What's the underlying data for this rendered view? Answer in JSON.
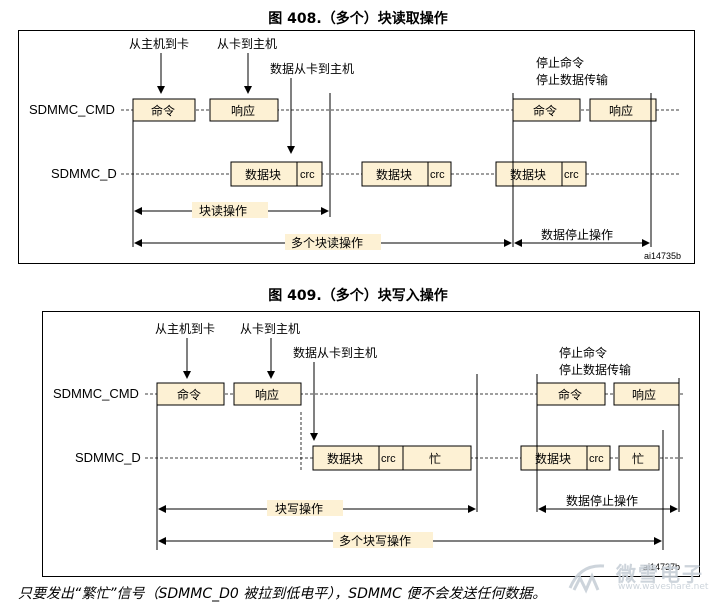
{
  "fig1": {
    "title": "图 408.（多个）块读取操作",
    "ann_host_to_card": "从主机到卡",
    "ann_card_to_host": "从卡到主机",
    "ann_data_card_to_host": "数据从卡到主机",
    "ann_stop_cmd": "停止命令",
    "ann_stop_transfer": "停止数据传输",
    "sig_cmd": "SDMMC_CMD",
    "sig_d": "SDMMC_D",
    "box_cmd": "命令",
    "box_resp": "响应",
    "box_cmd2": "命令",
    "box_resp2": "响应",
    "data_block_1": "数据块",
    "data_block_2": "数据块",
    "data_block_3": "数据块",
    "crc_1": "crc",
    "crc_2": "crc",
    "crc_3": "crc",
    "span_block_op": "块读操作",
    "span_multi_op": "多个块读操作",
    "span_stop_op": "数据停止操作",
    "ref": "ai14735b"
  },
  "fig2": {
    "title": "图 409.（多个）块写入操作",
    "ann_host_to_card": "从主机到卡",
    "ann_card_to_host": "从卡到主机",
    "ann_data_card_to_host": "数据从卡到主机",
    "ann_stop_cmd": "停止命令",
    "ann_stop_transfer": "停止数据传输",
    "sig_cmd": "SDMMC_CMD",
    "sig_d": "SDMMC_D",
    "box_cmd": "命令",
    "box_resp": "响应",
    "box_cmd2": "命令",
    "box_resp2": "响应",
    "data_block_1": "数据块",
    "data_block_2": "数据块",
    "crc_1": "crc",
    "crc_2": "crc",
    "busy_1": "忙",
    "busy_2": "忙",
    "span_block_op": "块写操作",
    "span_multi_op": "多个块写操作",
    "span_stop_op": "数据停止操作",
    "ref": "ai14737b"
  },
  "caption": "只要发出“繁忙”信号（SDMMC_D0 被拉到低电平），SDMMC 便不会发送任何数据。",
  "watermark": {
    "main": "微雪电子",
    "sub": "www.waveshare.net"
  },
  "colors": {
    "box_fill": "#fdf1d4",
    "line": "#000000"
  }
}
